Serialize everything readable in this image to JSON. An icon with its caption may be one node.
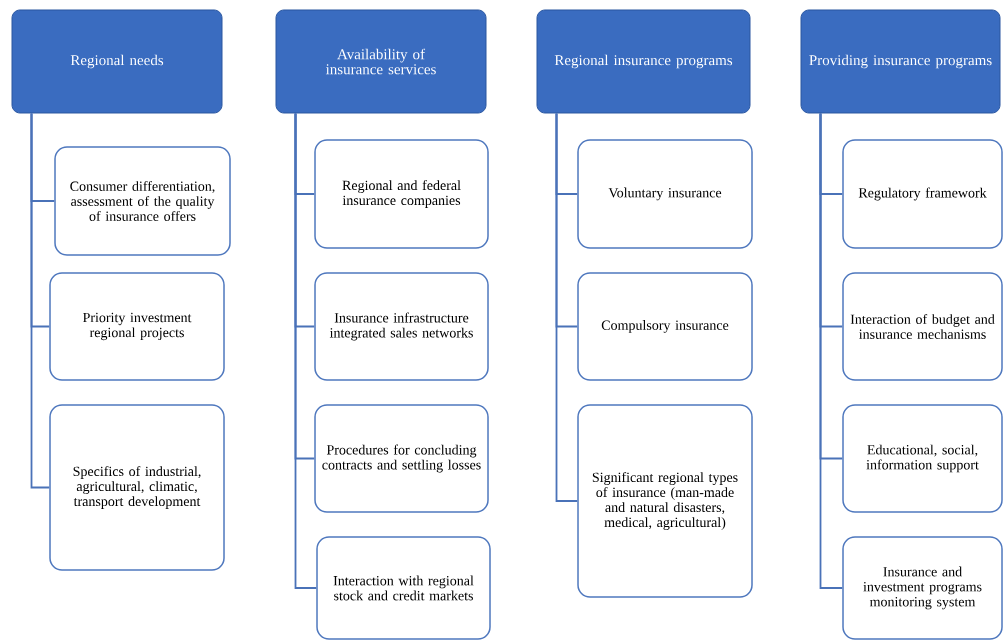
{
  "diagram": {
    "nodes": [
      {
        "text": [
          "Regional needs"
        ]
      },
      {
        "text": [
          "Consumer differentiation, assessment of the quality of insurance offers"
        ]
      },
      {
        "text": [
          "Priority investment regional projects"
        ]
      },
      {
        "text": [
          "Specifics of industrial, agricultural, climatic, transport development"
        ]
      },
      {
        "text": [
          "Availability of insurance services"
        ]
      },
      {
        "text": [
          "Regional and federal insurance companies"
        ]
      },
      {
        "text": [
          "Insurance infrastructure integrated sales networks"
        ]
      },
      {
        "text": [
          "Procedures for concluding contracts and settling losses"
        ]
      },
      {
        "text": [
          "Interaction with regional stock and credit markets"
        ]
      },
      {
        "text": [
          "Regional insurance programs"
        ]
      },
      {
        "text": [
          "Voluntary insurance"
        ]
      },
      {
        "text": [
          "Compulsory insurance"
        ]
      },
      {
        "text": [
          "Significant regional types of insurance (man-made and natural disasters, medical, agricultural)"
        ]
      },
      {
        "text": [
          "Providing insurance programs"
        ]
      },
      {
        "text": [
          "Regulatory framework"
        ]
      },
      {
        "text": [
          "Interaction of budget and insurance mechanisms"
        ]
      },
      {
        "text": [
          "Educational, social, information support"
        ]
      },
      {
        "text": [
          "Insurance and investment programs monitoring system"
        ]
      }
    ],
    "edges": [
      {
        "from": 0,
        "to": 1,
        "arrow": "none"
      },
      {
        "from": 0,
        "to": 2,
        "arrow": "none"
      },
      {
        "from": 0,
        "to": 3,
        "arrow": "none"
      },
      {
        "from": 4,
        "to": 5,
        "arrow": "none"
      },
      {
        "from": 4,
        "to": 6,
        "arrow": "none"
      },
      {
        "from": 4,
        "to": 7,
        "arrow": "none"
      },
      {
        "from": 4,
        "to": 8,
        "arrow": "none"
      },
      {
        "from": 9,
        "to": 10,
        "arrow": "none"
      },
      {
        "from": 9,
        "to": 11,
        "arrow": "none"
      },
      {
        "from": 9,
        "to": 12,
        "arrow": "none"
      },
      {
        "from": 13,
        "to": 14,
        "arrow": "none"
      },
      {
        "from": 13,
        "to": 15,
        "arrow": "none"
      },
      {
        "from": 13,
        "to": 16,
        "arrow": "none"
      },
      {
        "from": 13,
        "to": 17,
        "arrow": "none"
      }
    ]
  }
}
